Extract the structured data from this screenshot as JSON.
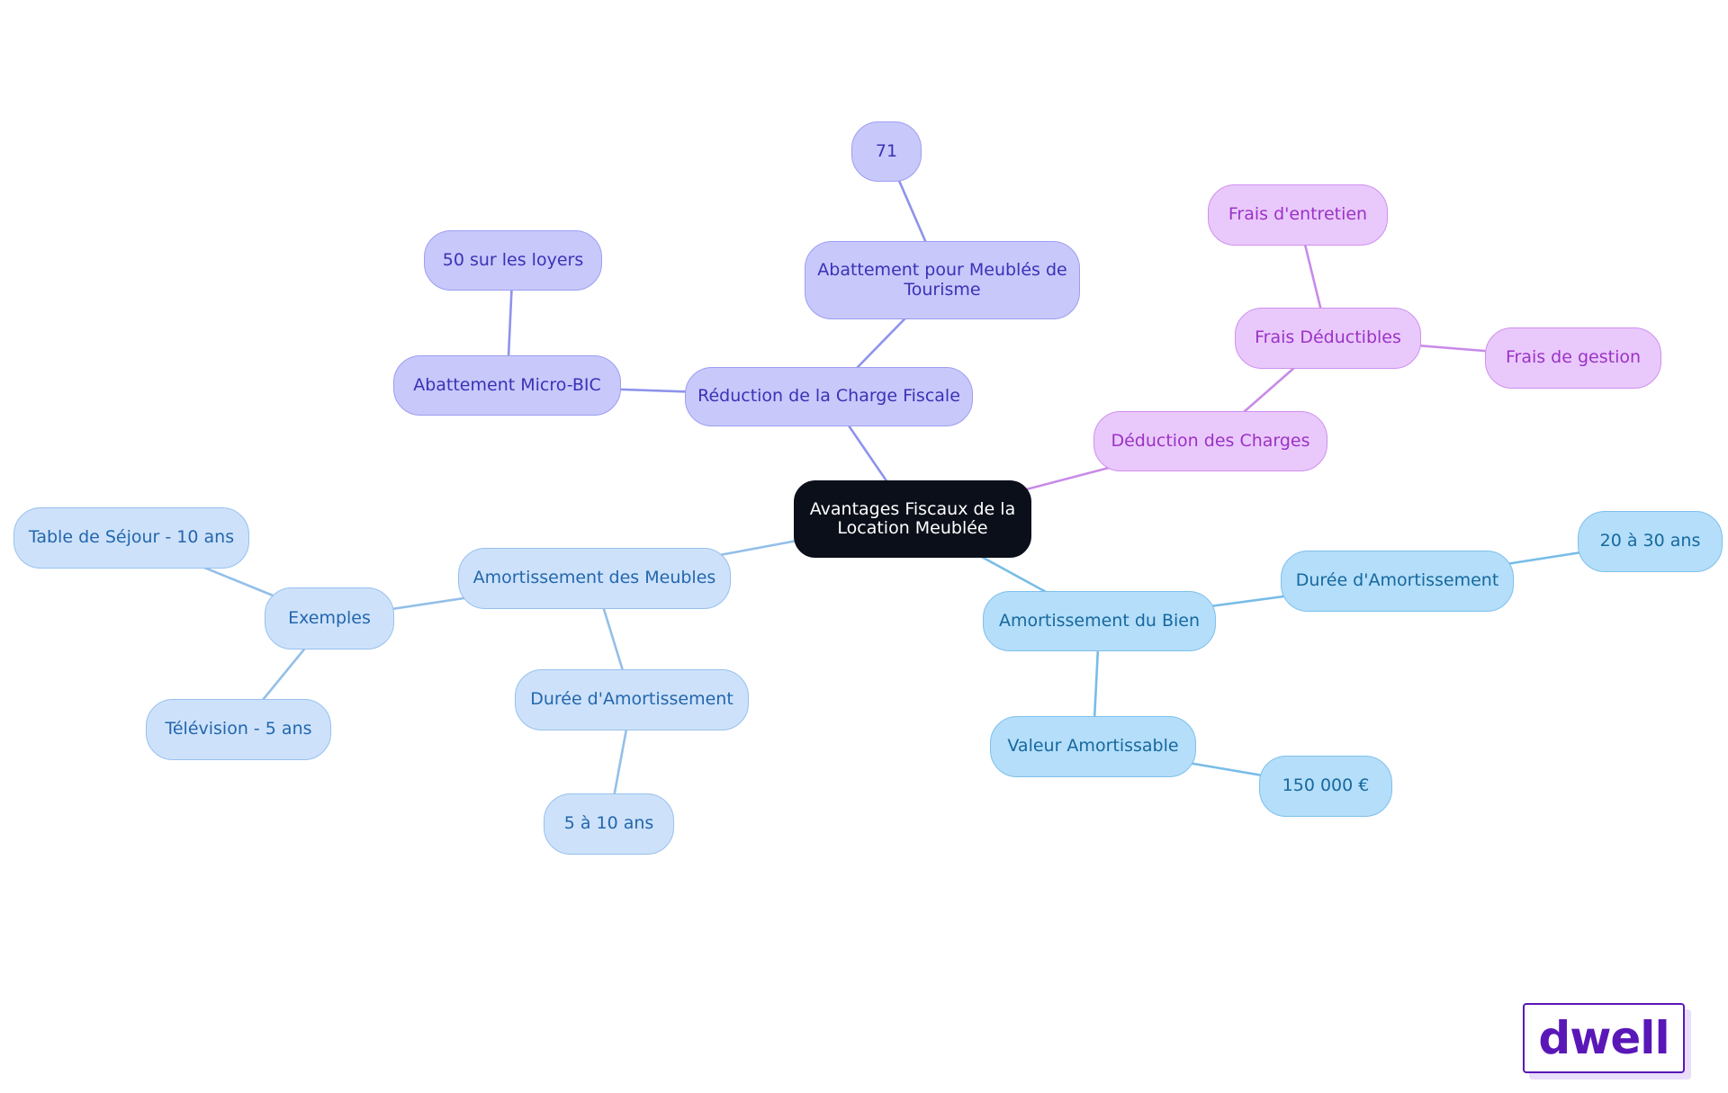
{
  "colors": {
    "root": "#0b0f19",
    "indigo": "#c8c8fb",
    "purple": "#e9c9fb",
    "blue": "#b4def9",
    "lightblue": "#cde2fa",
    "indigo_link": "#8e93ec",
    "purple_link": "#c88ae8",
    "blue_link": "#78bde8",
    "lightblue_link": "#93bfe9",
    "logo": "#5a17b8"
  },
  "mindmap": {
    "root": "Avantages Fiscaux de la Location Meublée",
    "branches": {
      "reduction": {
        "label": "Réduction de la Charge Fiscale",
        "tourisme": "Abattement pour Meublés de Tourisme",
        "tourisme_value": "71",
        "micro_bic": "Abattement Micro-BIC",
        "micro_bic_value": "50 sur les loyers"
      },
      "charges": {
        "label": "Déduction des Charges",
        "frais_deductibles": "Frais Déductibles",
        "frais_entretien": "Frais d'entretien",
        "frais_gestion": "Frais de gestion"
      },
      "bien": {
        "label": "Amortissement du Bien",
        "duree": "Durée d'Amortissement",
        "duree_value": "20 à 30 ans",
        "valeur": "Valeur Amortissable",
        "valeur_value": "150 000 €"
      },
      "meubles": {
        "label": "Amortissement des Meubles",
        "exemples": "Exemples",
        "table": "Table de Séjour - 10 ans",
        "television": "Télévision - 5 ans",
        "duree": "Durée d'Amortissement",
        "duree_value": "5 à 10 ans"
      }
    }
  },
  "logo": {
    "text": "dwell"
  }
}
